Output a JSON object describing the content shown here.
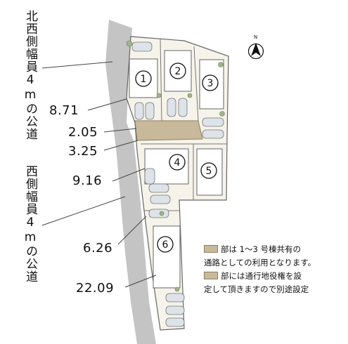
{
  "roads": {
    "north_west": "北西側幅員4mの公道",
    "west": "西側幅員4mの公道"
  },
  "dimensions": [
    "8.71",
    "2.05",
    "3.25",
    "9.16",
    "6.26",
    "22.09"
  ],
  "lots": [
    "1",
    "2",
    "3",
    "4",
    "5",
    "6"
  ],
  "legend": {
    "line1": "部は 1～3 号棟共有の",
    "line2": "通路としての利用となります。",
    "line3": "部には通行地役権を設",
    "line4": "定して頂きますので別途設定"
  },
  "north": {
    "label": "N"
  },
  "colors": {
    "road": "#c4c4c4",
    "shared_path": "#c8b99a",
    "lot_fill": "#f4f1e7",
    "outline": "#555555"
  }
}
